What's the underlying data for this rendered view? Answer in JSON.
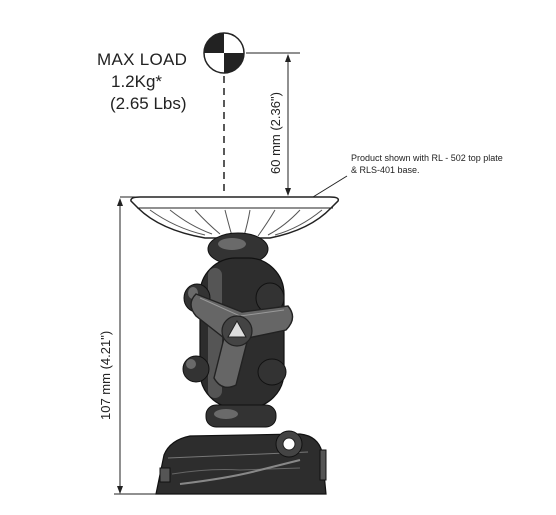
{
  "max_load": {
    "title": "MAX LOAD",
    "weight_kg": "1.2Kg*",
    "weight_lbs": "(2.65 Lbs)"
  },
  "dimensions": {
    "upper": "60 mm (2.36\")",
    "overall": "107 mm (4.21\")"
  },
  "note": {
    "line1": "Product shown with RL - 502 top plate",
    "line2": "& RLS-401 base."
  },
  "colors": {
    "line": "#222222",
    "body": "#333333",
    "highlight": "#6a6a6a"
  },
  "icons": [
    "center-of-gravity-icon"
  ]
}
